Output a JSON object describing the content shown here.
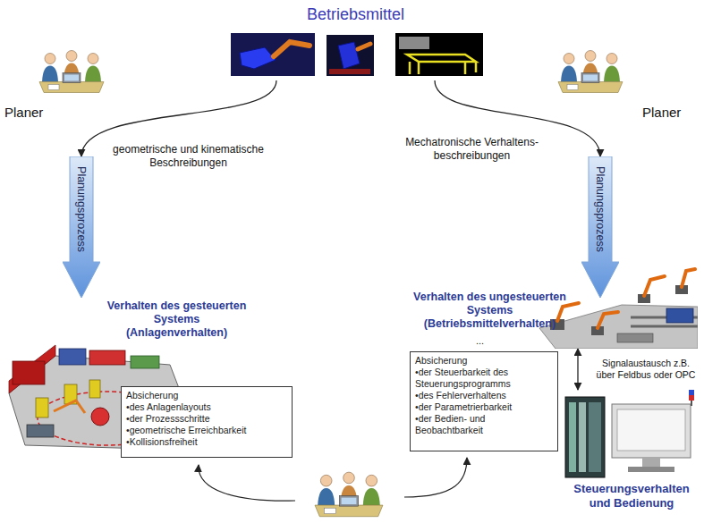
{
  "diagram": {
    "nodes": [
      {
        "text": [
          "Betriebsmittel"
        ]
      },
      {
        "text": [
          "Planungsprozess"
        ]
      },
      {
        "text": [
          "Planungsprozess"
        ]
      },
      {
        "text": [
          "Verhalten des gesteuerten Systems (Anlagenverhalten)"
        ]
      },
      {
        "text": [
          "Verhalten des ungesteuerten Systems (Betriebsmittelverhalten)"
        ]
      },
      {
        "text": [
          "Absicherung",
          "•des Anlagenlayouts",
          "•der Prozessschritte",
          "•geometrische Erreichbarkeit",
          "•Kollisionsfreiheit"
        ]
      },
      {
        "text": [
          "Absicherung",
          "•der Steuerbarkeit des Steuerungsprogramms",
          "•des Fehlerverhaltens",
          "•der Parametrierbarkeit",
          "•der Bedien- und Beobachtbarkeit"
        ]
      },
      {
        "text": [
          "Steuerungsverhalten und Bedienung"
        ]
      }
    ],
    "edges": [
      {
        "from": 0,
        "to": 1,
        "label": "geometrische und kinematische Beschreibungen",
        "arrow": "to"
      },
      {
        "from": 0,
        "to": 2,
        "label": "Mechatronische Verhaltens- beschreibungen",
        "arrow": "to"
      },
      {
        "from": 4,
        "to": 7,
        "label": "Signalaustausch z.B. über Feldbus oder OPC",
        "arrow": "both"
      }
    ],
    "labels": [
      "Planer",
      "Planer",
      "..."
    ]
  }
}
